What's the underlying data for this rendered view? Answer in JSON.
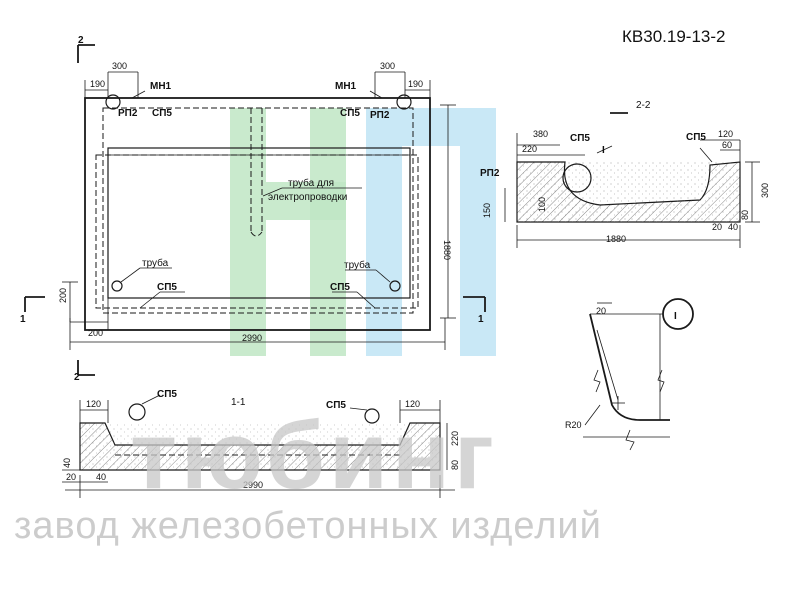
{
  "drawing_code": "КВ30.19-13-2",
  "labels": {
    "mn1": "МН1",
    "rp2": "РП2",
    "sp5": "СП5",
    "pipe": "труба",
    "electric_pipe_line1": "труба для",
    "electric_pipe_line2": "электропроводки",
    "section_1": "1",
    "section_2": "2",
    "section_1_1": "1-1",
    "section_2_2": "2-2",
    "detail_mark": "I",
    "radius": "R20"
  },
  "dims": {
    "d190": "190",
    "d300": "300",
    "d200": "200",
    "d2990": "2990",
    "d1880": "1880",
    "d380": "380",
    "d220": "220",
    "d120": "120",
    "d60": "60",
    "d150": "150",
    "d100": "100",
    "d80": "80",
    "d20": "20",
    "d40": "40"
  },
  "watermark": {
    "brand": "тюбинг",
    "tagline": "завод железобетонных изделий",
    "colors": {
      "green": "#bfe6c4",
      "blue": "#bfe4f4"
    }
  }
}
